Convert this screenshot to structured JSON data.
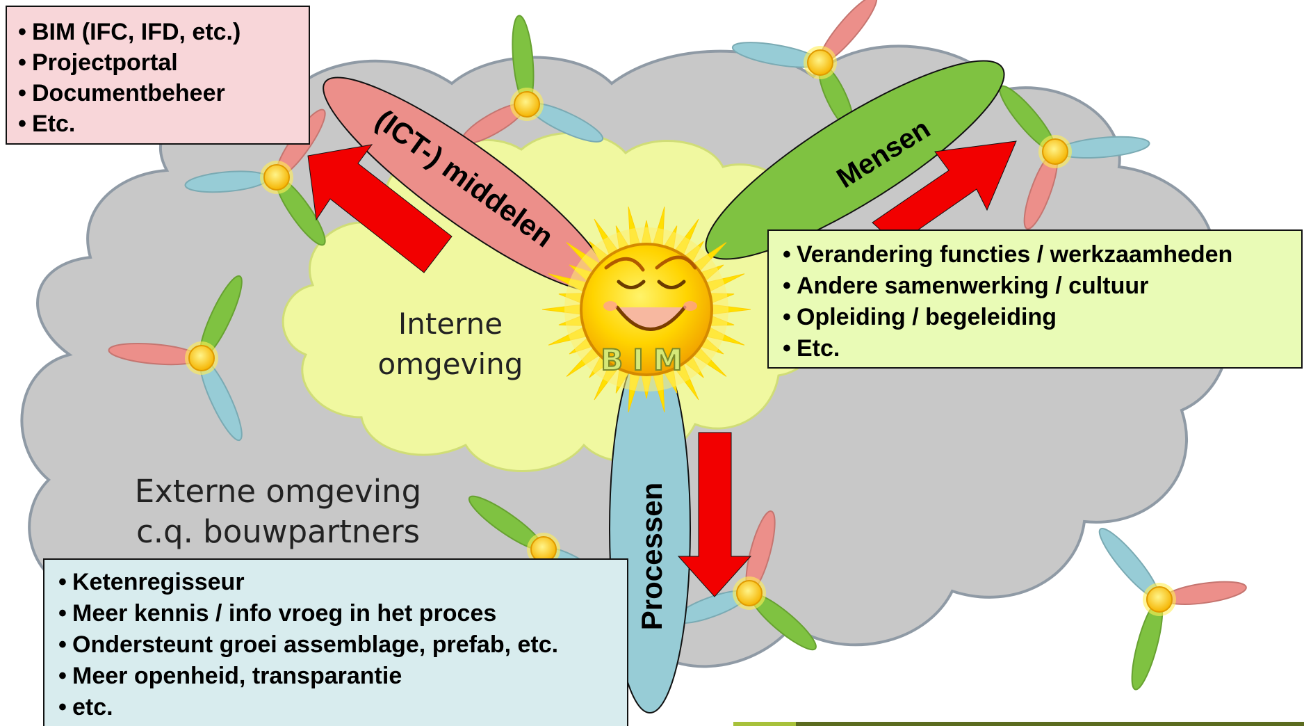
{
  "center": {
    "label": "BIM"
  },
  "internal": {
    "line1": "Interne",
    "line2": "omgeving"
  },
  "external": {
    "line1": "Externe omgeving",
    "line2": "c.q. bouwpartners"
  },
  "petals": {
    "middelen": "(ICT-) middelen",
    "mensen": "Mensen",
    "processen": "Processen"
  },
  "boxes": {
    "middelen": [
      "BIM (IFC, IFD, etc.)",
      "Projectportal",
      "Documentbeheer",
      "Etc."
    ],
    "mensen": [
      "Verandering functies / werkzaamheden",
      "Andere samenwerking / cultuur",
      "Opleiding / begeleiding",
      "Etc."
    ],
    "processen": [
      "Ketenregisseur",
      "Meer kennis / info vroeg in het proces",
      "Ondersteunt groei assemblage, prefab, etc.",
      "Meer openheid, transparantie",
      "etc."
    ]
  },
  "colors": {
    "red_petal": "#ec8f8a",
    "green_petal": "#7fc241",
    "blue_petal": "#97ccd6",
    "arrow": "#f20000",
    "cloud_outer": "#c8c8c8",
    "cloud_inner": "#f0f8a0",
    "sun": "#ffd400"
  }
}
